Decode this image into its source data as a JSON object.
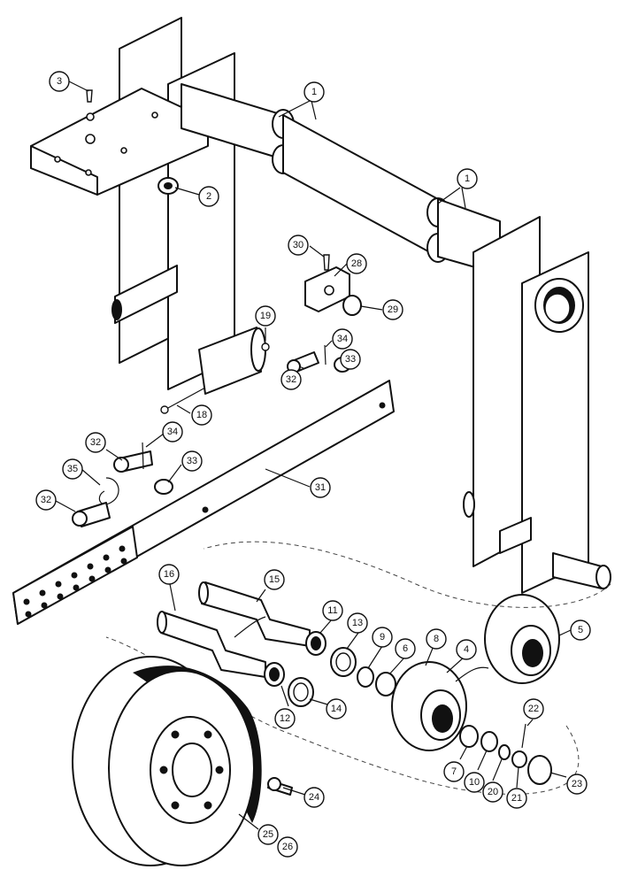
{
  "callouts": [
    {
      "id": "c1a",
      "label": "1"
    },
    {
      "id": "c1b",
      "label": "1"
    },
    {
      "id": "c2",
      "label": "2"
    },
    {
      "id": "c3",
      "label": "3"
    },
    {
      "id": "c4",
      "label": "4"
    },
    {
      "id": "c5",
      "label": "5"
    },
    {
      "id": "c6",
      "label": "6"
    },
    {
      "id": "c7",
      "label": "7"
    },
    {
      "id": "c8",
      "label": "8"
    },
    {
      "id": "c9",
      "label": "9"
    },
    {
      "id": "c10",
      "label": "10"
    },
    {
      "id": "c11",
      "label": "11"
    },
    {
      "id": "c12",
      "label": "12"
    },
    {
      "id": "c13",
      "label": "13"
    },
    {
      "id": "c14",
      "label": "14"
    },
    {
      "id": "c15",
      "label": "15"
    },
    {
      "id": "c16",
      "label": "16"
    },
    {
      "id": "c18",
      "label": "18"
    },
    {
      "id": "c19",
      "label": "19"
    },
    {
      "id": "c20",
      "label": "20"
    },
    {
      "id": "c21",
      "label": "21"
    },
    {
      "id": "c22",
      "label": "22"
    },
    {
      "id": "c23",
      "label": "23"
    },
    {
      "id": "c24",
      "label": "24"
    },
    {
      "id": "c25",
      "label": "25"
    },
    {
      "id": "c26",
      "label": "26"
    },
    {
      "id": "c28",
      "label": "28"
    },
    {
      "id": "c29",
      "label": "29"
    },
    {
      "id": "c30",
      "label": "30"
    },
    {
      "id": "c31",
      "label": "31"
    },
    {
      "id": "c32a",
      "label": "32"
    },
    {
      "id": "c32b",
      "label": "32"
    },
    {
      "id": "c32c",
      "label": "32"
    },
    {
      "id": "c33a",
      "label": "33"
    },
    {
      "id": "c33b",
      "label": "33"
    },
    {
      "id": "c34a",
      "label": "34"
    },
    {
      "id": "c34b",
      "label": "34"
    },
    {
      "id": "c35",
      "label": "35"
    }
  ]
}
